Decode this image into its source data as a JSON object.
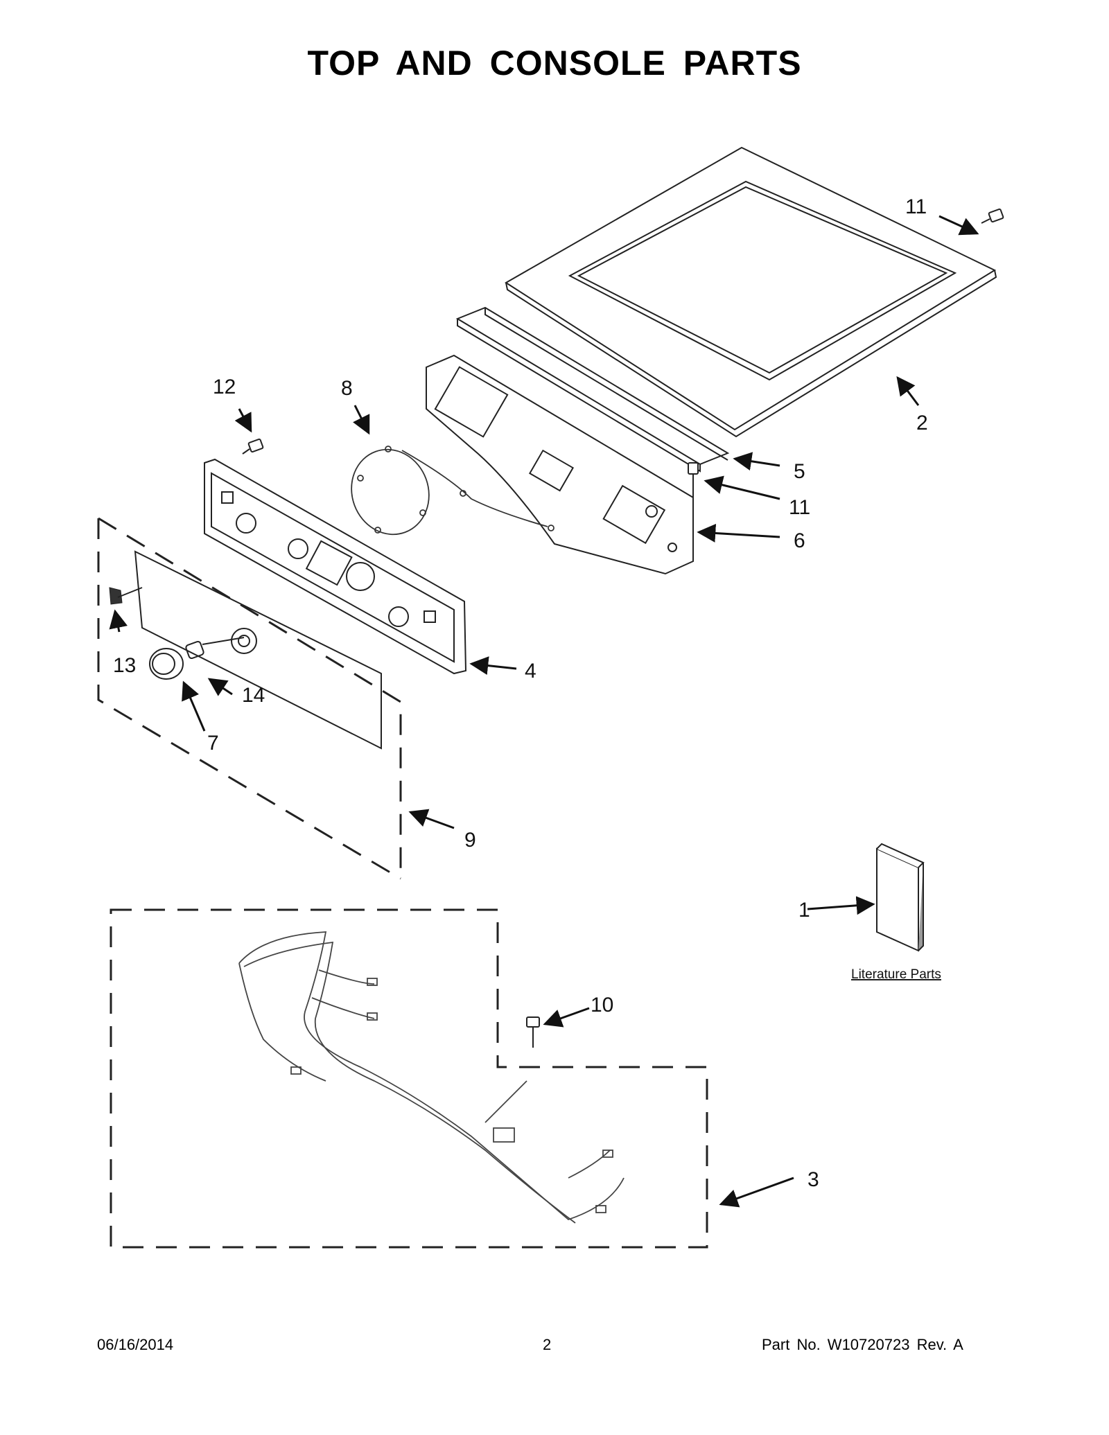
{
  "title": "TOP AND CONSOLE PARTS",
  "callouts": {
    "c1": "1",
    "c2": "2",
    "c3": "3",
    "c4": "4",
    "c5": "5",
    "c6": "6",
    "c7": "7",
    "c8": "8",
    "c9": "9",
    "c10": "10",
    "c11a": "11",
    "c11b": "11",
    "c12": "12",
    "c13": "13",
    "c14": "14"
  },
  "literature_label": "Literature Parts",
  "footer": {
    "date": "06/16/2014",
    "page": "2",
    "part": "Part No.  W10720723  Rev.  A"
  }
}
